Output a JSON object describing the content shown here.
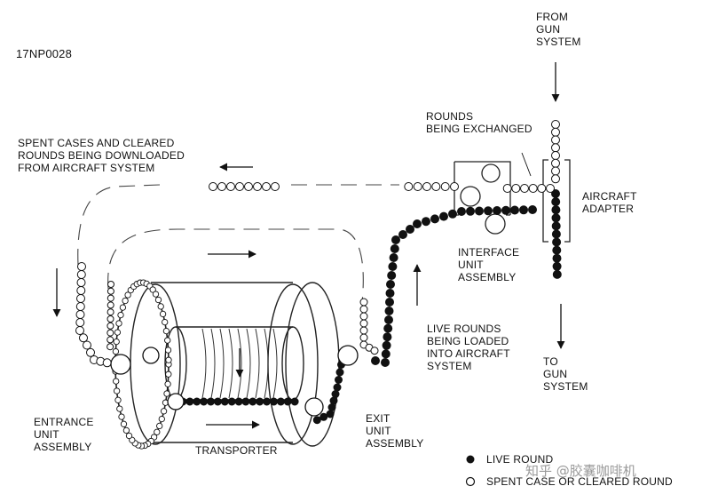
{
  "doc_id": "17NP0028",
  "labels": {
    "from_gun": [
      "FROM",
      "GUN",
      "SYSTEM"
    ],
    "rounds_exchanged": [
      "ROUNDS",
      "BEING EXCHANGED"
    ],
    "spent_cases": [
      "SPENT CASES AND CLEARED",
      "ROUNDS BEING DOWNLOADED",
      "FROM AIRCRAFT SYSTEM"
    ],
    "aircraft_adapter": [
      "AIRCRAFT",
      "ADAPTER"
    ],
    "interface_unit": [
      "INTERFACE",
      "UNIT",
      "ASSEMBLY"
    ],
    "live_rounds": [
      "LIVE ROUNDS",
      "BEING LOADED",
      "INTO AIRCRAFT",
      "SYSTEM"
    ],
    "to_gun": [
      "TO",
      "GUN",
      "SYSTEM"
    ],
    "entrance_unit": [
      "ENTRANCE",
      "UNIT",
      "ASSEMBLY"
    ],
    "transporter": "TRANSPORTER",
    "exit_unit": [
      "EXIT",
      "UNIT",
      "ASSEMBLY"
    ]
  },
  "legend": {
    "live_round": "LIVE ROUND",
    "spent_case": "SPENT CASE OR CLEARED ROUND"
  },
  "watermark": "知乎 @胶囊咖啡机",
  "colors": {
    "ink": "#111111",
    "paper": "#ffffff",
    "watermark": "#9a9a9a"
  }
}
